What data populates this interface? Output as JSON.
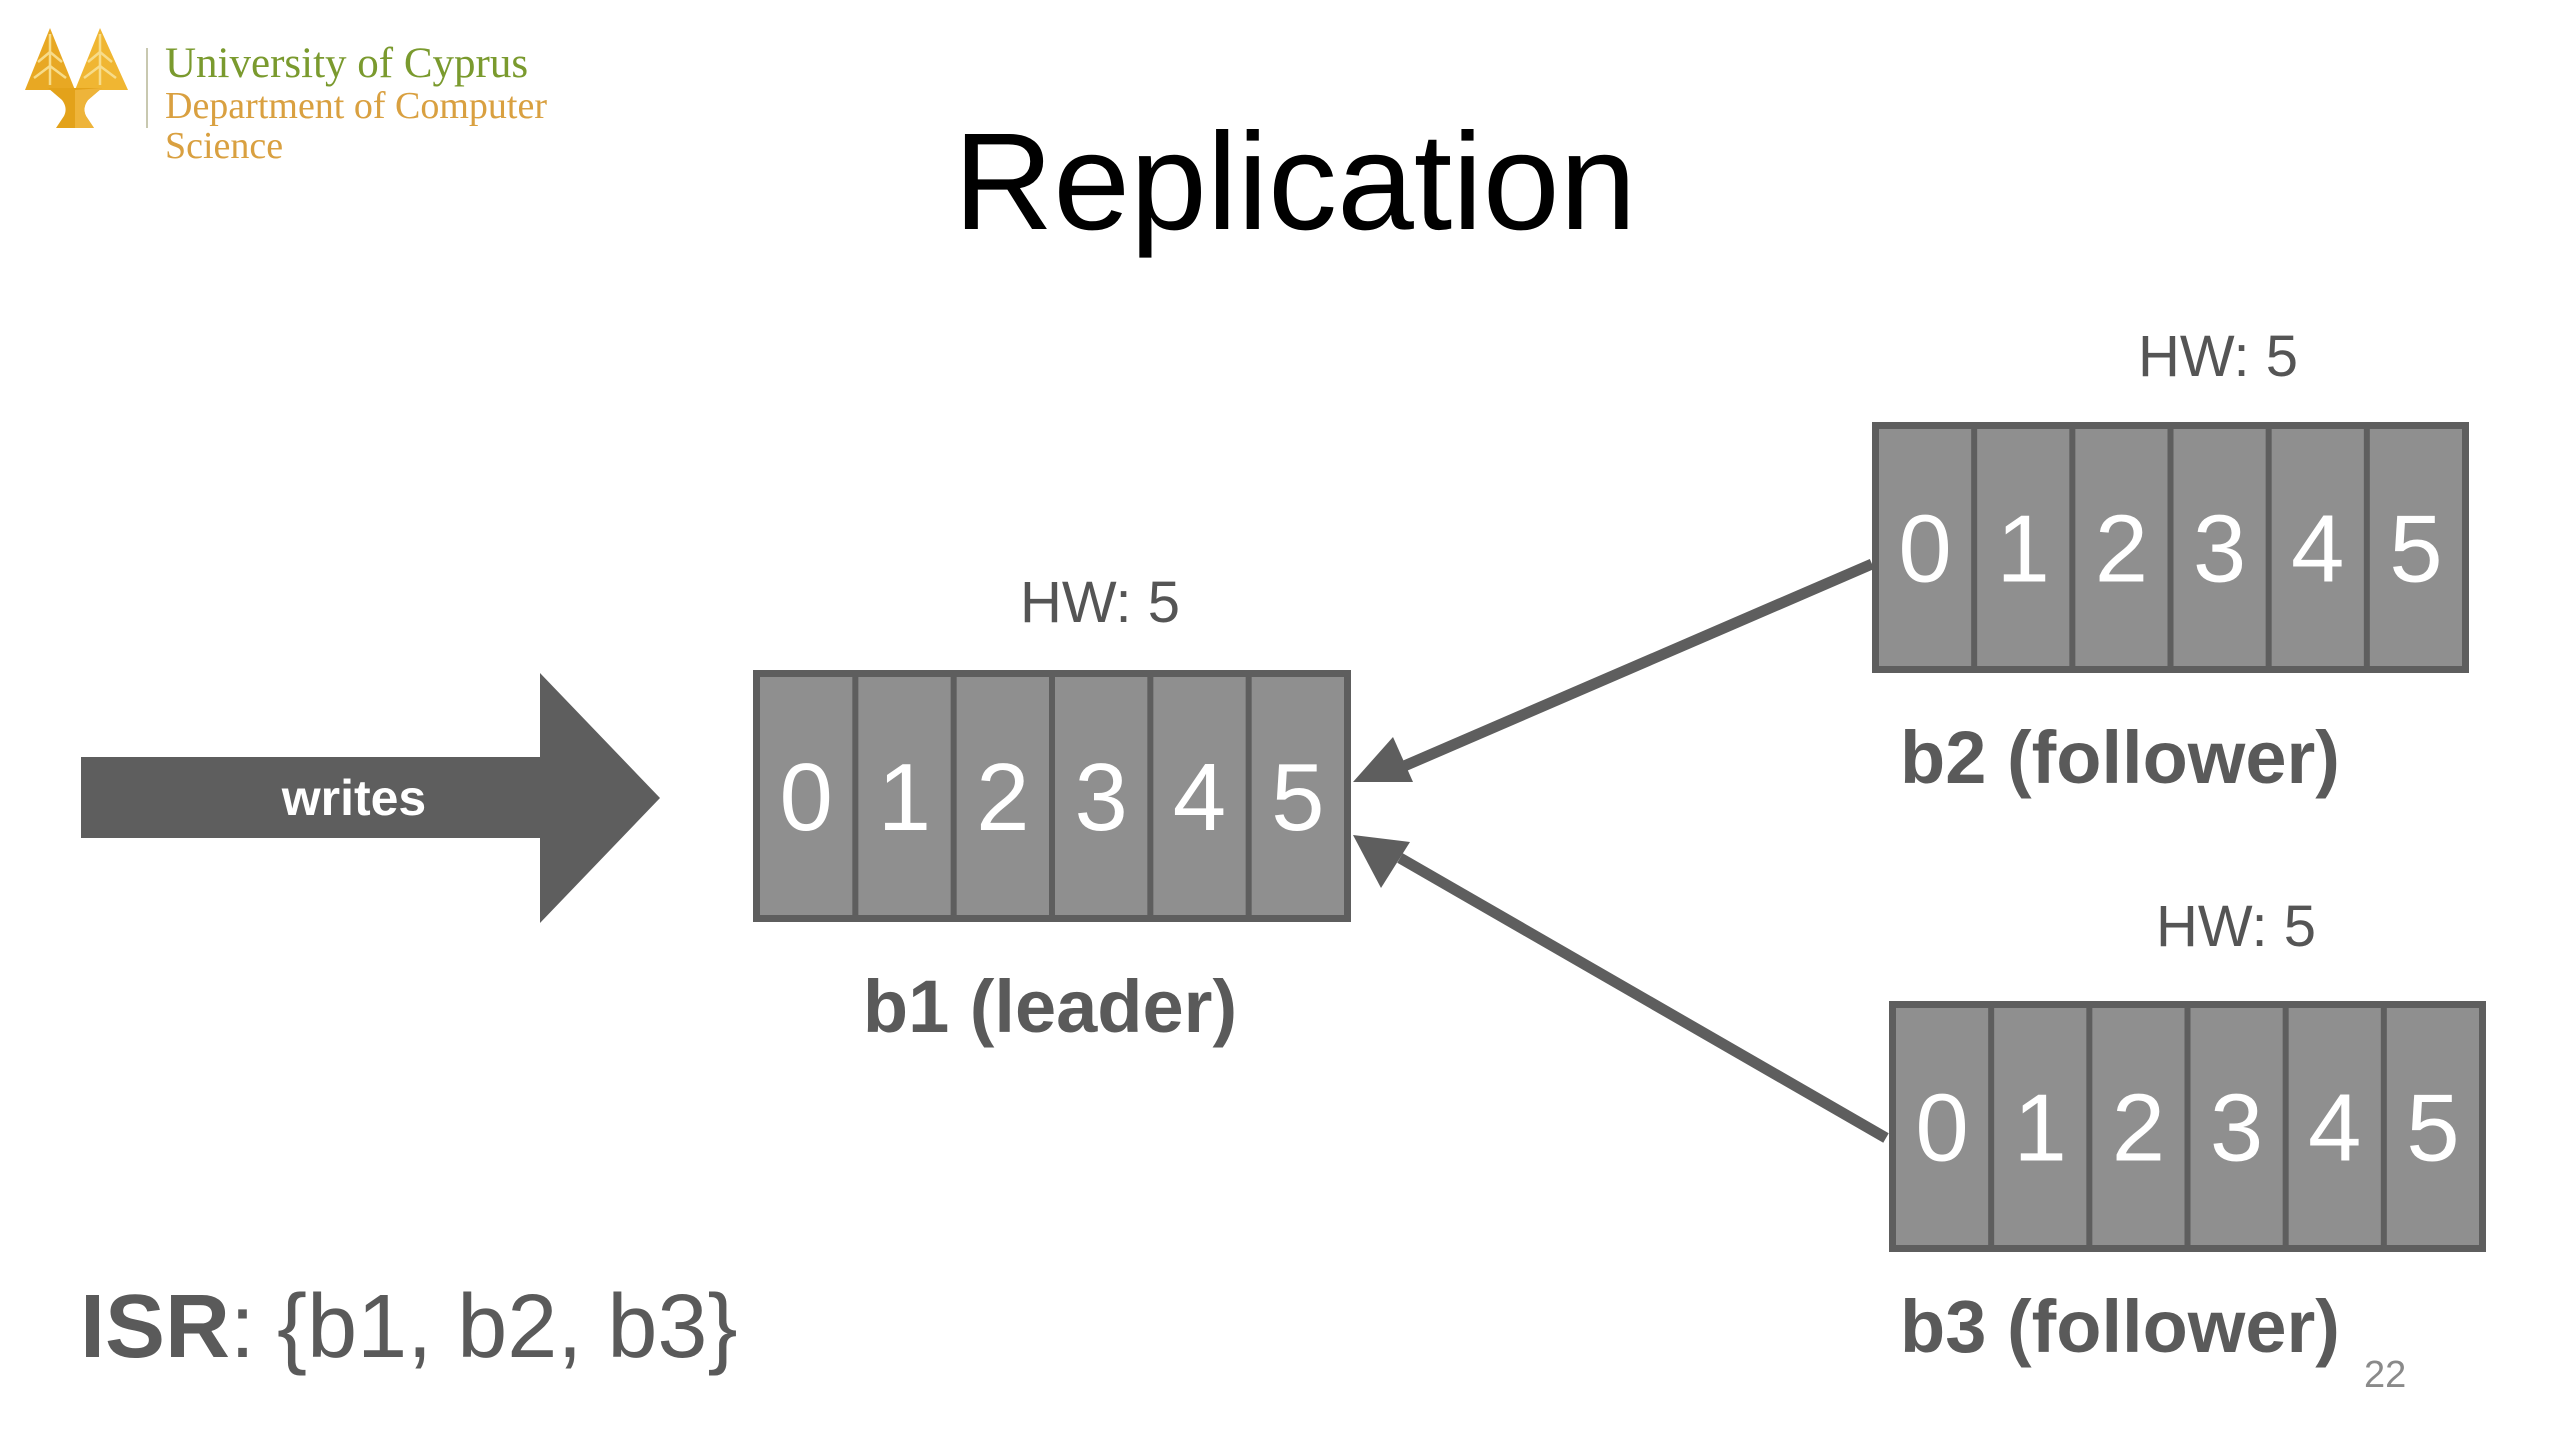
{
  "slide": {
    "title": "Replication",
    "page_number": "22"
  },
  "logo": {
    "icon": "cypress-tree-icon",
    "university": "University of Cyprus",
    "department_line1": "Department of Computer",
    "department_line2": "Science",
    "colors": {
      "tree": "#e3a21a",
      "university_text": "#7a9a2e",
      "department_text": "#d9a040",
      "divider": "#c8c8b0"
    }
  },
  "writes_arrow": {
    "label": "writes"
  },
  "brokers": [
    {
      "id": "b1",
      "label": "b1 (leader)",
      "hw_label": "HW: 5",
      "offsets": [
        "0",
        "1",
        "2",
        "3",
        "4",
        "5"
      ],
      "role": "leader"
    },
    {
      "id": "b2",
      "label": "b2 (follower)",
      "hw_label": "HW: 5",
      "offsets": [
        "0",
        "1",
        "2",
        "3",
        "4",
        "5"
      ],
      "role": "follower"
    },
    {
      "id": "b3",
      "label": "b3 (follower)",
      "hw_label": "HW: 5",
      "offsets": [
        "0",
        "1",
        "2",
        "3",
        "4",
        "5"
      ],
      "role": "follower"
    }
  ],
  "replication_edges": [
    {
      "from": "b2",
      "to": "b1"
    },
    {
      "from": "b3",
      "to": "b1"
    }
  ],
  "isr": {
    "key": "ISR",
    "separator": ":",
    "value": "{b1, b2, b3}"
  },
  "colors": {
    "cell_fill": "#8f8f8f",
    "cell_border": "#5e5e5e",
    "arrow": "#5e5e5e",
    "text_gray": "#5a5a5a"
  }
}
